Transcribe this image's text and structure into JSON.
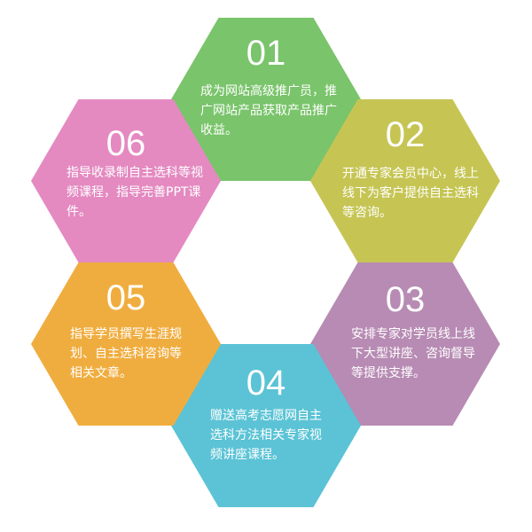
{
  "diagram": {
    "items": [
      {
        "number": "01",
        "text": "成为网站高级推广员，推广网站产品获取产品推广收益。",
        "color": "#7ac46b"
      },
      {
        "number": "02",
        "text": "开通专家会员中心，线上线下为客户提供自主选科等咨询。",
        "color": "#c6c554"
      },
      {
        "number": "03",
        "text": "安排专家对学员线上线下大型讲座、咨询督导等提供支撑。",
        "color": "#b78bb3"
      },
      {
        "number": "04",
        "text": "赠送高考志愿网自主选科方法相关专家视频讲座课程。",
        "color": "#5bc3d5"
      },
      {
        "number": "05",
        "text": "指导学员撰写生涯规划、自主选科咨询等相关文章。",
        "color": "#f0ad3f"
      },
      {
        "number": "06",
        "text": "指导收录制自主选科等视频课程，指导完善PPT课件。",
        "color": "#e48ac1"
      }
    ]
  }
}
